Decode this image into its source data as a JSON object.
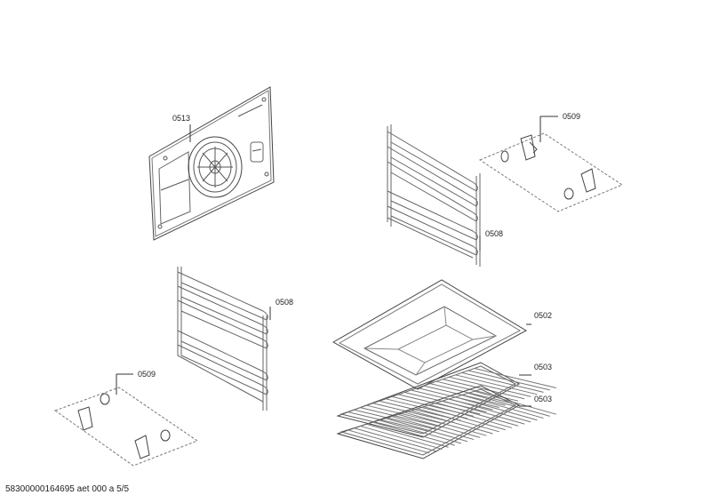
{
  "callouts": {
    "back_panel": "0513",
    "clips_top": "0509",
    "rail_right": "0508",
    "rail_left": "0508",
    "tray": "0502",
    "rack_upper": "0503",
    "rack_lower": "0503",
    "clips_bottom": "0509"
  },
  "footer_text": "58300000164695 aet 000 a 5/5"
}
